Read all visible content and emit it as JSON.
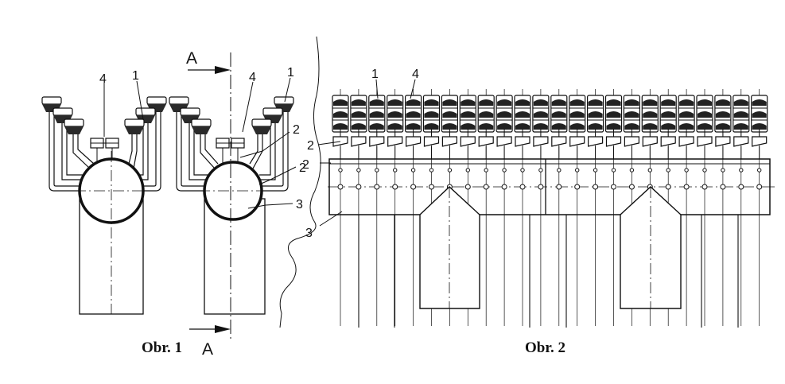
{
  "figures": {
    "fig1": {
      "caption": "Obr. 1",
      "section_letter_top": "A",
      "section_letter_bottom": "A",
      "labels": {
        "l4": "4",
        "l1": "1",
        "l4b": "4",
        "l1b": "1",
        "l2a": "2",
        "l2b": "2",
        "l3": "3"
      }
    },
    "fig2": {
      "caption": "Obr. 2",
      "labels": {
        "l1": "1",
        "l4": "4",
        "l2a": "2",
        "l2b": "2",
        "l3": "3"
      }
    }
  },
  "colors": {
    "ink": "#111111",
    "paper": "#ffffff"
  }
}
